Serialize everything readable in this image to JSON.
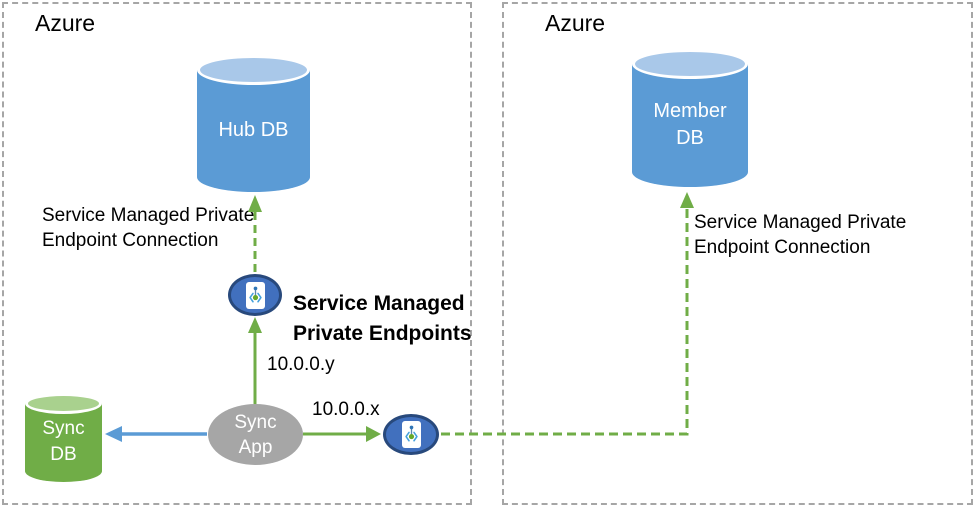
{
  "diagram": {
    "left_region": {
      "title": "Azure"
    },
    "right_region": {
      "title": "Azure"
    },
    "nodes": {
      "hub_db": {
        "label": "Hub DB"
      },
      "member_db": {
        "lines": [
          "Member",
          "DB"
        ]
      },
      "sync_db": {
        "lines": [
          "Sync",
          "DB"
        ]
      },
      "sync_app": {
        "lines": [
          "Sync",
          "App"
        ]
      }
    },
    "labels": {
      "left_connection": {
        "lines": [
          "Service Managed Private",
          "Endpoint Connection"
        ]
      },
      "right_connection": {
        "lines": [
          "Service Managed Private",
          "Endpoint Connection"
        ]
      },
      "endpoints_heading": {
        "lines": [
          "Service Managed",
          "Private Endpoints"
        ]
      },
      "ip_y": "10.0.0.y",
      "ip_x": "10.0.0.x"
    },
    "colors": {
      "green": "#70AD47",
      "blue": "#5B9BD5",
      "db_blue": "#5B9BD5",
      "db_blue_top": "#A9C8E9",
      "db_green": "#70AD47",
      "db_green_top": "#A9D18E",
      "gray_node": "#A6A6A6",
      "endpoint_fill": "#4170BE",
      "endpoint_border": "#28497C",
      "border_gray": "#A6A6A6",
      "bracket_blue": "#45A1DC",
      "stem_blue": "#2E75B6",
      "dot_green": "#66A829"
    }
  }
}
